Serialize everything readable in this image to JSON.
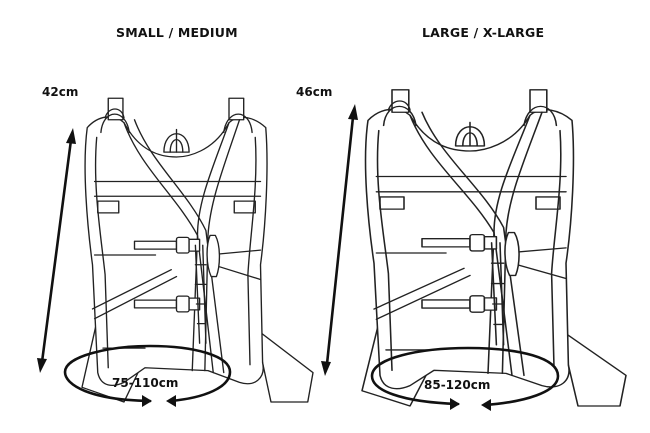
{
  "sizes": [
    {
      "title": "SMALL / MEDIUM",
      "height": "42cm",
      "chest": "75-110cm"
    },
    {
      "title": "LARGE / X-LARGE",
      "height": "46cm",
      "chest": "85-120cm"
    }
  ]
}
